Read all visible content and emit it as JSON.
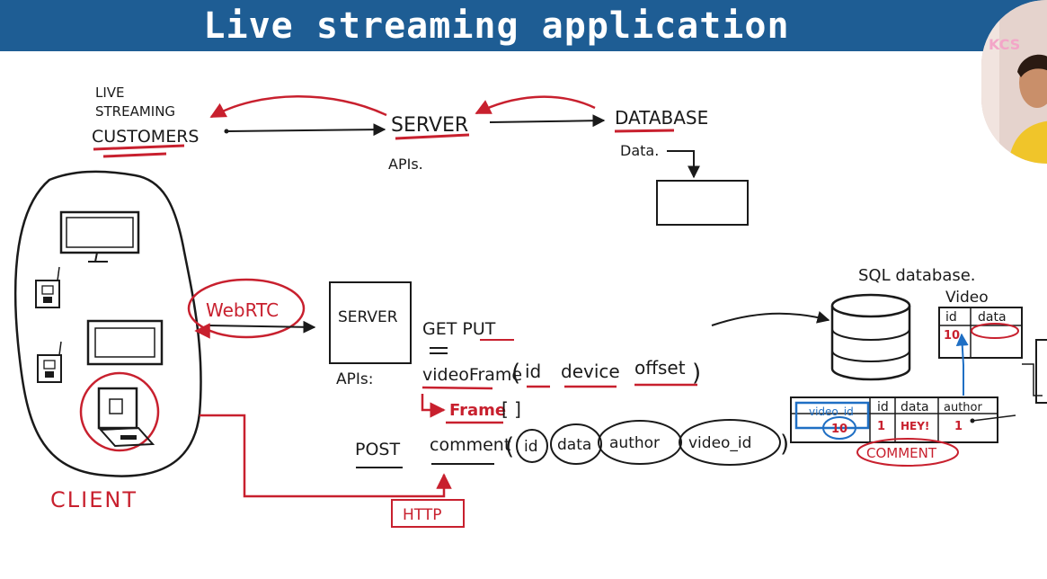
{
  "title": "Live streaming application",
  "watermark": "KCS",
  "colors": {
    "header": "#1e5d94",
    "ink": "#1a1a1a",
    "red": "#c8202e",
    "blue": "#1f6fc4"
  },
  "top_flow": {
    "customers_line1": "LIVE",
    "customers_line2": "STREAMING",
    "customers_line3": "CUSTOMERS",
    "server": "SERVER",
    "apis": "APIs.",
    "database": "DATABASE",
    "data": "Data."
  },
  "client": {
    "label": "CLIENT"
  },
  "middle": {
    "webrtc": "WebRTC",
    "server": "SERVER",
    "get_put": "GET  PUT",
    "apis": "APIs:",
    "video_frame_fn": "videoFrame",
    "params": [
      "id",
      "device",
      "offset"
    ],
    "frame": "Frame",
    "frame_brackets": "[ ]",
    "post": "POST",
    "comment_fn": "comment",
    "comment_params": [
      "id",
      "data",
      "author",
      "video_id"
    ],
    "http": "HTTP"
  },
  "sql": {
    "label": "SQL  database.",
    "video_table": {
      "name": "Video",
      "headers": [
        "id",
        "data"
      ],
      "row": [
        "10",
        ""
      ]
    },
    "comment_table": {
      "name": "COMMENT",
      "headers": [
        "video_id",
        "id",
        "data",
        "author"
      ],
      "row": [
        "10",
        "1",
        "HEY!",
        "1"
      ]
    }
  }
}
